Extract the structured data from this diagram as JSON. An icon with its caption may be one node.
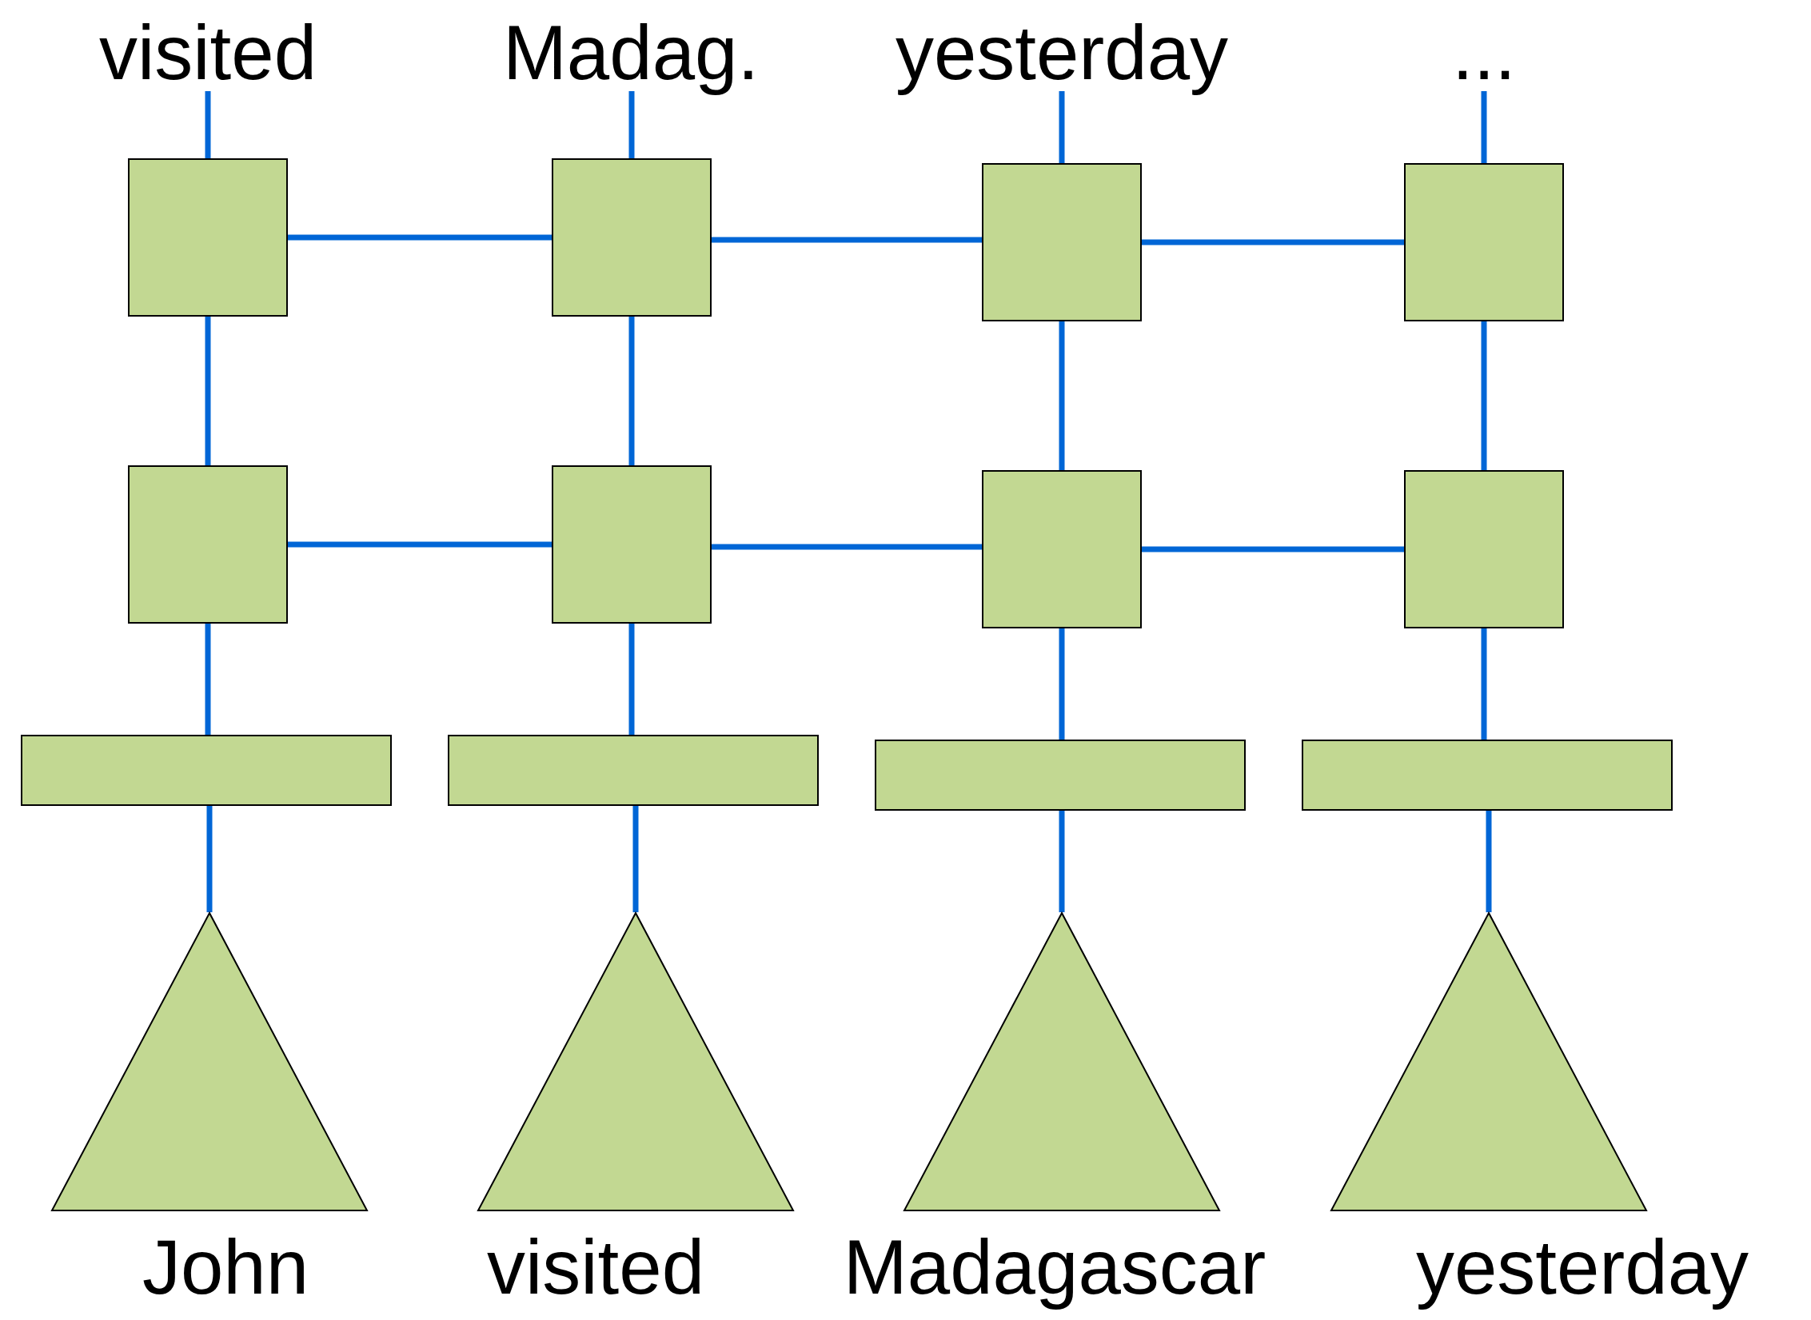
{
  "diagram": {
    "nodes": [
      {
        "text": [
          "visited"
        ]
      },
      {
        "text": [
          "Madag."
        ]
      },
      {
        "text": [
          "yesterday"
        ]
      },
      {
        "text": [
          "..."
        ]
      },
      {
        "text": [],
        "shape": "box"
      },
      {
        "text": [],
        "shape": "box"
      },
      {
        "text": [],
        "shape": "box"
      },
      {
        "text": [],
        "shape": "box"
      },
      {
        "text": [],
        "shape": "box"
      },
      {
        "text": [],
        "shape": "box"
      },
      {
        "text": [],
        "shape": "box"
      },
      {
        "text": [],
        "shape": "box"
      },
      {
        "text": [],
        "shape": "bar"
      },
      {
        "text": [],
        "shape": "bar"
      },
      {
        "text": [],
        "shape": "bar"
      },
      {
        "text": [],
        "shape": "bar"
      },
      {
        "text": [],
        "shape": "triangle",
        "beside": [
          "John"
        ]
      },
      {
        "text": [],
        "shape": "triangle",
        "beside": [
          "visited"
        ]
      },
      {
        "text": [],
        "shape": "triangle",
        "beside": [
          "Madagascar"
        ]
      },
      {
        "text": [],
        "shape": "triangle",
        "beside": [
          "yesterday"
        ]
      }
    ],
    "edges": [
      {
        "from": 4,
        "to": 0,
        "arrow": "none"
      },
      {
        "from": 5,
        "to": 1,
        "arrow": "none"
      },
      {
        "from": 6,
        "to": 2,
        "arrow": "none"
      },
      {
        "from": 7,
        "to": 3,
        "arrow": "none"
      },
      {
        "from": 4,
        "to": 5,
        "arrow": "none"
      },
      {
        "from": 5,
        "to": 6,
        "arrow": "none"
      },
      {
        "from": 6,
        "to": 7,
        "arrow": "none"
      },
      {
        "from": 8,
        "to": 4,
        "arrow": "none"
      },
      {
        "from": 9,
        "to": 5,
        "arrow": "none"
      },
      {
        "from": 10,
        "to": 6,
        "arrow": "none"
      },
      {
        "from": 11,
        "to": 7,
        "arrow": "none"
      },
      {
        "from": 8,
        "to": 9,
        "arrow": "none"
      },
      {
        "from": 9,
        "to": 10,
        "arrow": "none"
      },
      {
        "from": 10,
        "to": 11,
        "arrow": "none"
      },
      {
        "from": 12,
        "to": 8,
        "arrow": "none"
      },
      {
        "from": 13,
        "to": 9,
        "arrow": "none"
      },
      {
        "from": 14,
        "to": 10,
        "arrow": "none"
      },
      {
        "from": 15,
        "to": 11,
        "arrow": "none"
      },
      {
        "from": 16,
        "to": 12,
        "arrow": "none"
      },
      {
        "from": 17,
        "to": 13,
        "arrow": "none"
      },
      {
        "from": 18,
        "to": 14,
        "arrow": "none"
      },
      {
        "from": 19,
        "to": 15,
        "arrow": "none"
      }
    ]
  }
}
